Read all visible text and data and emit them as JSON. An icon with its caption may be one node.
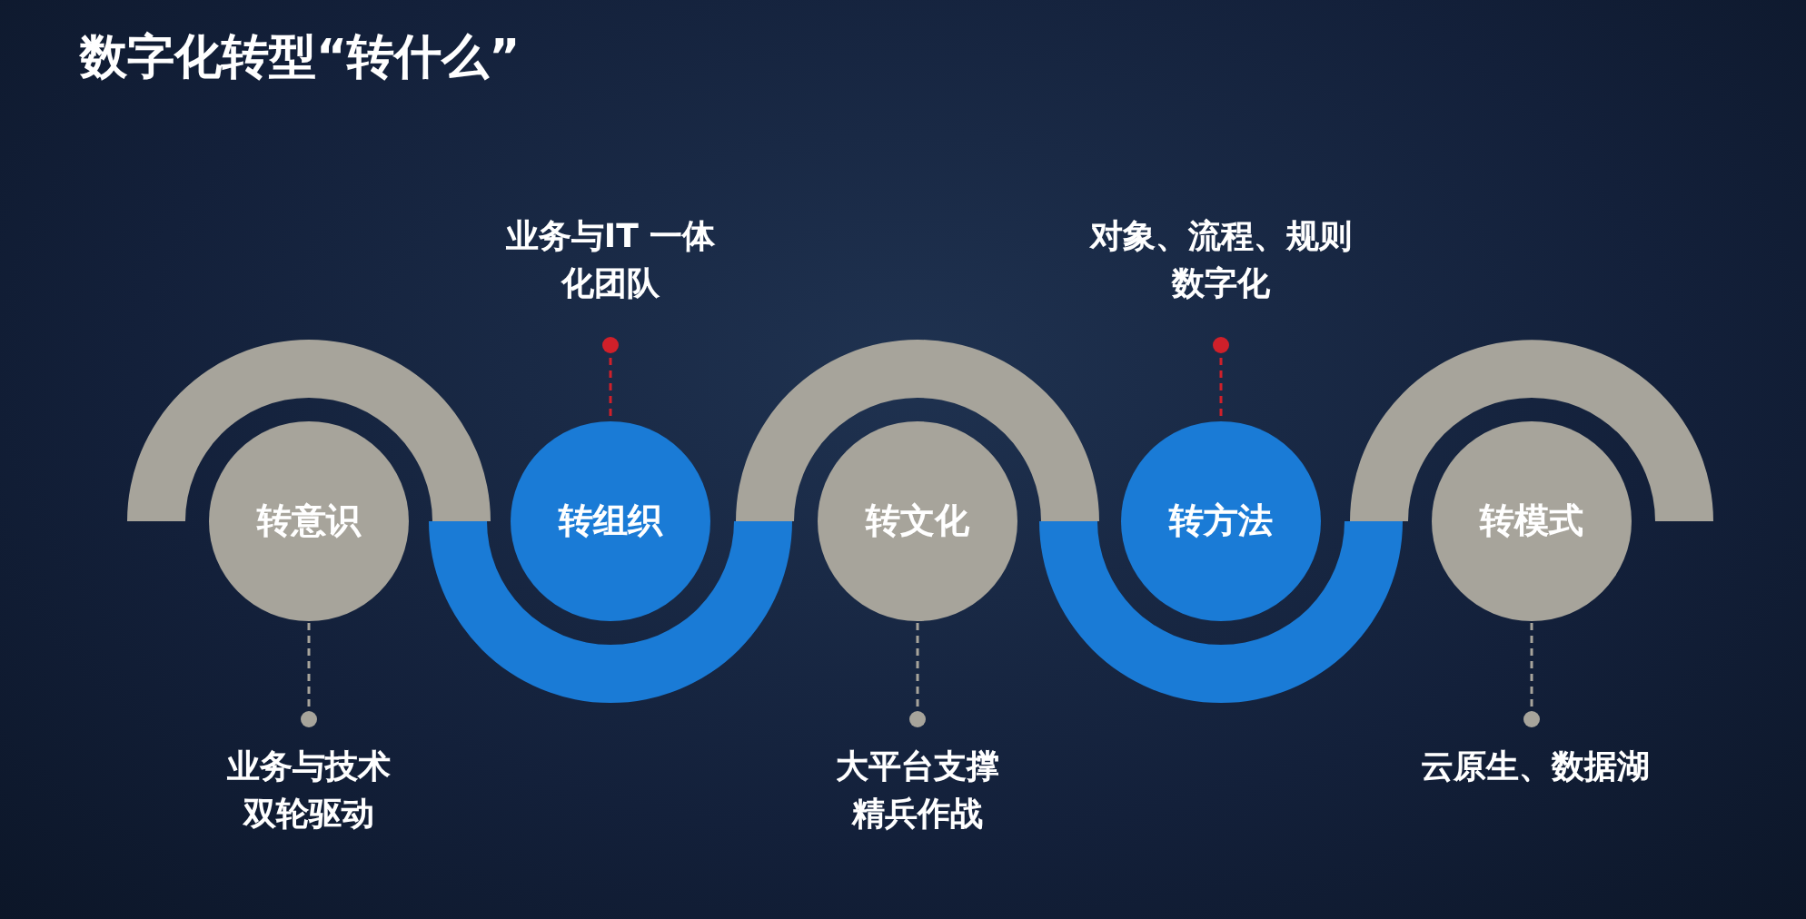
{
  "diagram": {
    "title": "数字化转型“转什么”",
    "nodes": [
      {
        "text": [
          "转意识"
        ]
      },
      {
        "text": [
          "转组织"
        ]
      },
      {
        "text": [
          "转文化"
        ]
      },
      {
        "text": [
          "转方法"
        ]
      },
      {
        "text": [
          "转模式"
        ]
      },
      {
        "text": [
          "业务与IT 一体化团队"
        ]
      },
      {
        "text": [
          "对象、流程、规则数字化"
        ]
      },
      {
        "text": [
          "业务与技术双轮驱动"
        ]
      },
      {
        "text": [
          "大平台支撑精兵作战"
        ]
      },
      {
        "text": [
          "云原生、数据湖"
        ]
      }
    ],
    "edges": [
      {
        "from": 5,
        "to": 1,
        "arrow": "other",
        "style": "dashed",
        "color": "#d0202a"
      },
      {
        "from": 6,
        "to": 3,
        "arrow": "other",
        "style": "dashed",
        "color": "#d0202a"
      },
      {
        "from": 7,
        "to": 0,
        "arrow": "other",
        "style": "dashed"
      },
      {
        "from": 8,
        "to": 2,
        "arrow": "other",
        "style": "dashed"
      },
      {
        "from": 9,
        "to": 4,
        "arrow": "other",
        "style": "dashed"
      }
    ]
  }
}
